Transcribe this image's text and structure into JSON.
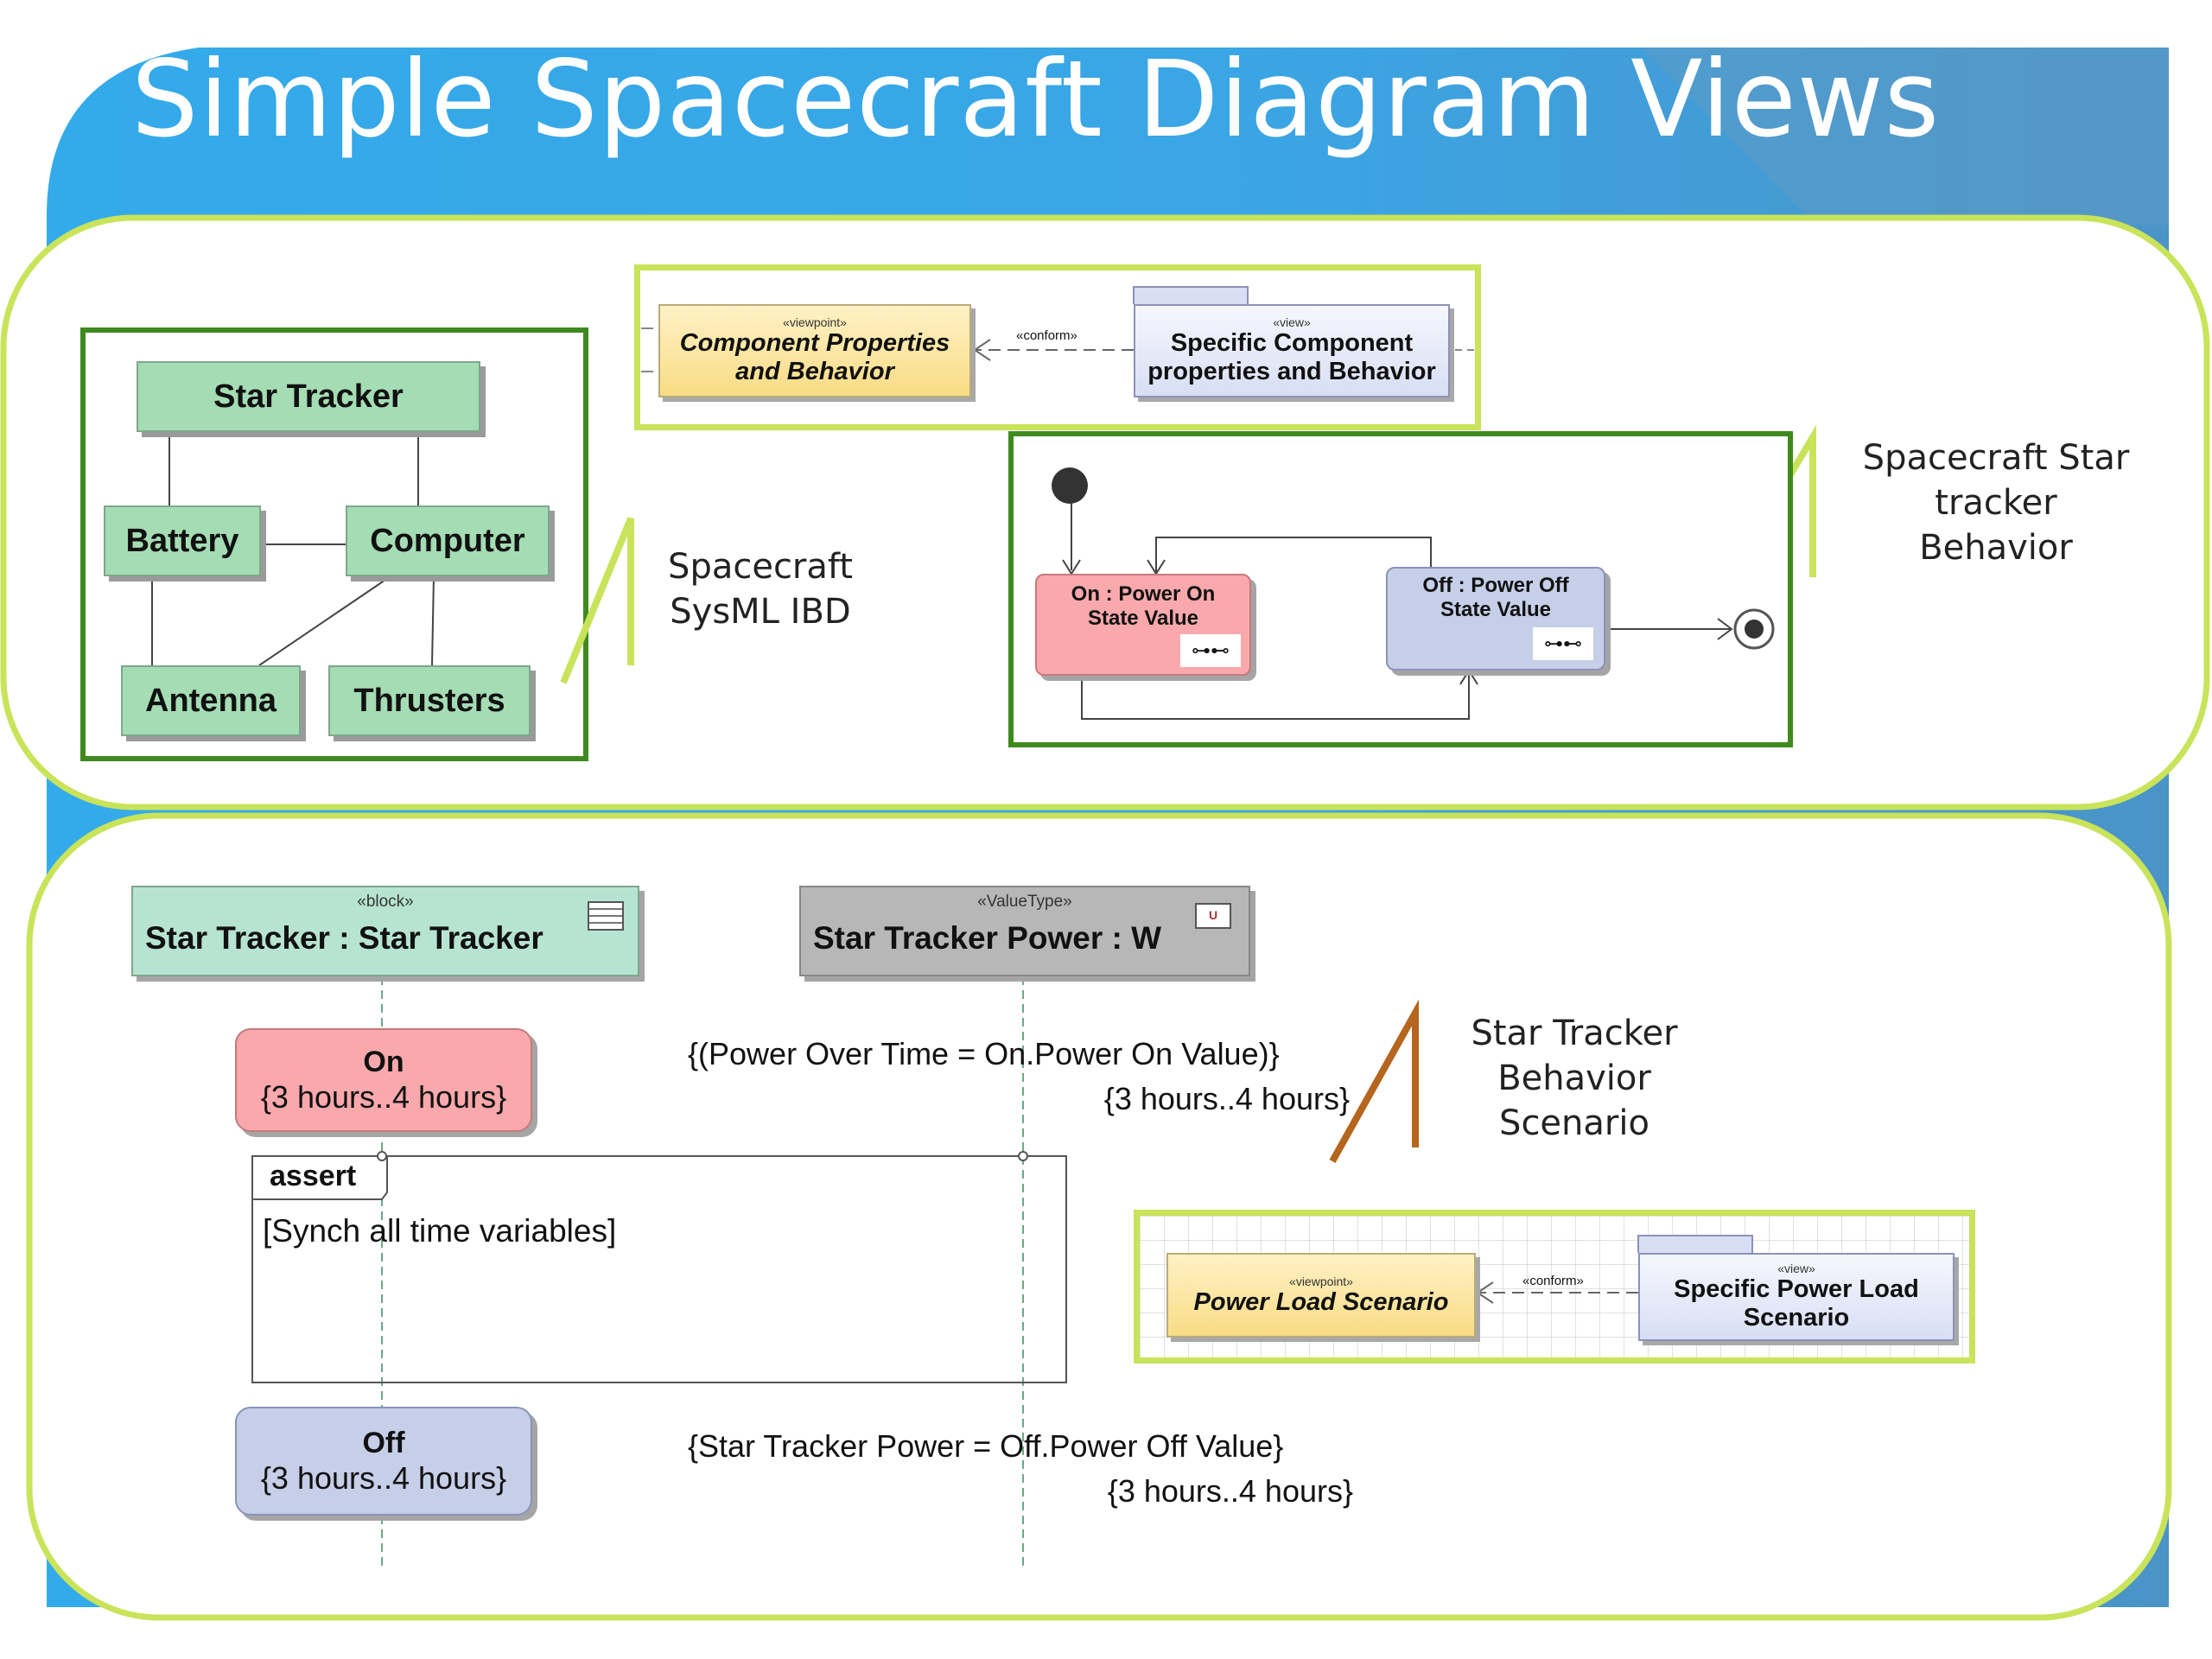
{
  "title": "Simple Spacecraft Diagram Views",
  "ibd": {
    "blocks": [
      "Star Tracker",
      "Battery",
      "Computer",
      "Antenna",
      "Thrusters"
    ],
    "caption": [
      "Spacecraft",
      "SysML IBD"
    ]
  },
  "view_top": {
    "viewpoint_stereo": "«viewpoint»",
    "viewpoint_name": [
      "Component Properties",
      "and Behavior"
    ],
    "conform_label": "«conform»",
    "view_stereo": "«view»",
    "view_name": [
      "Specific Component",
      "properties and Behavior"
    ]
  },
  "state_machine": {
    "on_state": [
      "On : Power On",
      "State Value"
    ],
    "off_state": [
      "Off : Power Off",
      "State Value"
    ],
    "caption": [
      "Spacecraft Star",
      "tracker",
      "Behavior"
    ]
  },
  "sequence": {
    "lifeline1_stereo": "«block»",
    "lifeline1_name": "Star Tracker : Star Tracker",
    "lifeline2_stereo": "«ValueType»",
    "lifeline2_name": "Star Tracker Power : W",
    "on_state": [
      "On",
      "{3 hours..4 hours}"
    ],
    "off_state": [
      "Off",
      "{3 hours..4 hours}"
    ],
    "constraint1": [
      "{(Power Over Time = On.Power On Value)}",
      "{3 hours..4 hours}"
    ],
    "constraint2": [
      "{Star Tracker Power = Off.Power Off Value}",
      "{3 hours..4 hours}"
    ],
    "fragment_label": "assert",
    "fragment_guard": "[Synch all time variables]",
    "caption": [
      "Star Tracker",
      "Behavior",
      "Scenario"
    ]
  },
  "view_bottom": {
    "viewpoint_stereo": "«viewpoint»",
    "viewpoint_name": "Power Load Scenario",
    "conform_label": "«conform»",
    "view_stereo": "«view»",
    "view_name": [
      "Specific Power Load",
      "Scenario"
    ]
  },
  "colors": {
    "header_blue": "#37abe8",
    "panel_border": "#c9e35a",
    "frame_green": "#3f8a1e",
    "block_green": "#a4dcb4",
    "state_red": "#f9a9ab",
    "state_blue": "#c6cfe8",
    "viewpoint_yellow": "#fde9a8",
    "view_lavender": "#e4e8f8"
  }
}
